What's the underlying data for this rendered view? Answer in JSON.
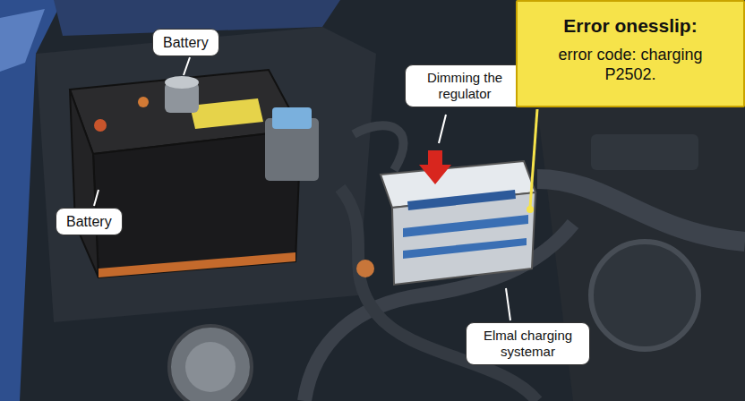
{
  "diagram": {
    "nodes": [
      {
        "text": [
          "Battery"
        ]
      },
      {
        "text": [
          "Dimming the regulator"
        ]
      },
      {
        "text": [
          "Error onesslip:",
          "error code: charging P2502."
        ]
      },
      {
        "text": [
          "Battery"
        ]
      },
      {
        "text": [
          "Elmal charging systemar"
        ]
      }
    ]
  }
}
